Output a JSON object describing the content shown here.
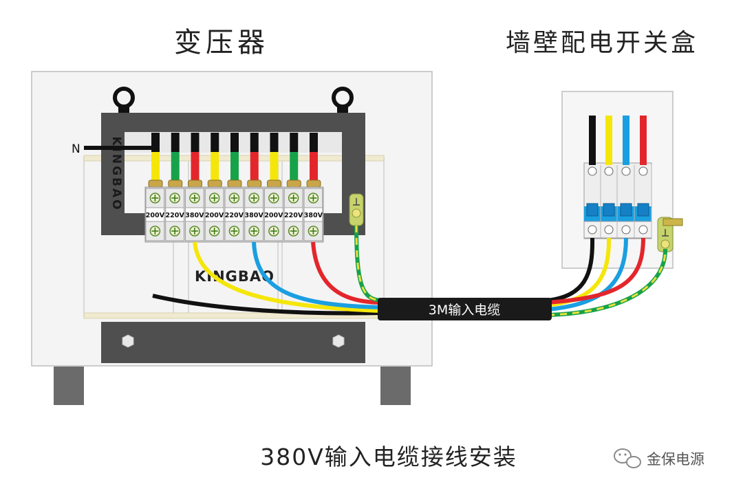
{
  "titles": {
    "transformer": "变压器",
    "switch_box": "墙壁配电开关盒",
    "bottom_caption": "380V输入电缆接线安装"
  },
  "transformer": {
    "brand_vertical": "KINGBAO",
    "brand_horizontal": "KINGBAO",
    "neutral_label": "N",
    "terminals": [
      "200V",
      "220V",
      "380V",
      "200V",
      "220V",
      "380V",
      "200V",
      "220V",
      "380V"
    ]
  },
  "cable": {
    "label": "3M输入电缆"
  },
  "watermark": {
    "text": "金保电源"
  },
  "colors": {
    "black": "#111111",
    "yellow": "#f5e60a",
    "green": "#17a24a",
    "red": "#e3262c",
    "blue": "#1a9fe0",
    "frame": "#4a4a4a",
    "panel_bg": "#f3f3f3",
    "earth_green": "#8cc63f"
  }
}
